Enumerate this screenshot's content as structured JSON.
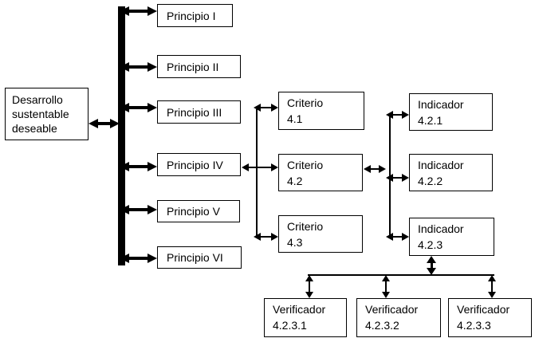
{
  "diagram": {
    "root": {
      "label": "Desarrollo sustentable deseable"
    },
    "principios": [
      {
        "label": "Principio I"
      },
      {
        "label": "Principio II"
      },
      {
        "label": "Principio III"
      },
      {
        "label": "Principio IV"
      },
      {
        "label": "Principio V"
      },
      {
        "label": "Principio VI"
      }
    ],
    "criterios": [
      {
        "title": "Criterio",
        "code": "4.1"
      },
      {
        "title": "Criterio",
        "code": "4.2"
      },
      {
        "title": "Criterio",
        "code": "4.3"
      }
    ],
    "indicadores": [
      {
        "title": "Indicador",
        "code": "4.2.1"
      },
      {
        "title": "Indicador",
        "code": "4.2.2"
      },
      {
        "title": "Indicador",
        "code": "4.2.3"
      }
    ],
    "verificadores": [
      {
        "title": "Verificador",
        "code": "4.2.3.1"
      },
      {
        "title": "Verificador",
        "code": "4.2.3.2"
      },
      {
        "title": "Verificador",
        "code": "4.2.3.3"
      }
    ]
  },
  "colors": {
    "line": "#000000",
    "box_border": "#000000",
    "box_fill": "#ffffff",
    "background": "#ffffff",
    "text": "#000000"
  }
}
